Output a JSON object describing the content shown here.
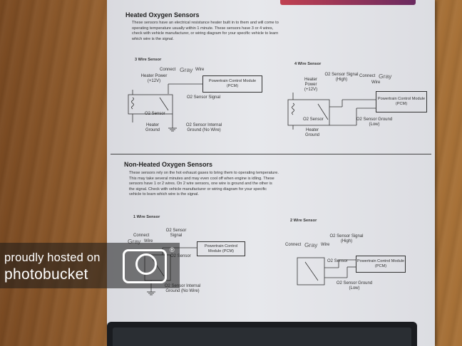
{
  "heated": {
    "title": "Heated Oxygen Sensors",
    "desc": "These sensors have an electrical resistance heater built in to them and will come to operating temperature usually within 1 minute. These sensors have 3 or 4 wires, check with vehicle manufacturer, or wiring diagram for your specific vehicle to learn which wire is the signal.",
    "three": {
      "title": "3 Wire Sensor",
      "heater_power": "Heater Power (+12V)",
      "connect": "Connect",
      "gray": "Gray",
      "wire": "Wire",
      "pcm": "Powertrain Control Module (PCM)",
      "o2_signal": "O2 Sensor Signal",
      "o2_sensor": "O2 Sensor",
      "heater_ground": "Heater Ground",
      "internal_ground": "O2 Sensor Internal Ground (No Wire)"
    },
    "four": {
      "title": "4 Wire Sensor",
      "heater_power": "Heater Power (+12V)",
      "signal_high": "O2 Sensor Signal (High)",
      "connect": "Connect",
      "gray": "Gray",
      "wire": "Wire",
      "pcm": "Powertrain Control Module (PCM)",
      "o2_sensor": "O2 Sensor",
      "ground_low": "O2 Sensor Ground (Low)",
      "heater_ground": "Heater Ground"
    }
  },
  "nonheated": {
    "title": "Non-Heated Oxygen Sensors",
    "desc": "These sensors rely on the hot exhaust gases to bring them to operating temperature. This may take several minutes and may even cool off when engine is idling. These sensors have 1 or 2 wires. On 2 wire sensors, one wire is ground and the other is the signal. Check with vehicle manufacturer or wiring diagram for your specific vehicle to learn which wire is the signal.",
    "one": {
      "title": "1 Wire Sensor",
      "connect": "Connect",
      "gray": "Gray",
      "wire": "Wire",
      "signal": "O2 Sensor Signal",
      "pcm": "Powertrain Control Module (PCM)",
      "o2_sensor": "O2 Sensor",
      "internal_ground": "O2 Sensor Internal Ground (No Wire)"
    },
    "two": {
      "title": "2 Wire Sensor",
      "connect": "Connect",
      "gray": "Gray",
      "wire": "Wire",
      "signal_high": "O2 Sensor Signal (High)",
      "o2_sensor": "O2 Sensor",
      "pcm": "Powertrain Control Module (PCM)",
      "ground_low": "O2 Sensor Ground (Low)"
    }
  },
  "watermark": {
    "line1": "proudly hosted on",
    "line2": "photobucket",
    "reg": "®"
  }
}
